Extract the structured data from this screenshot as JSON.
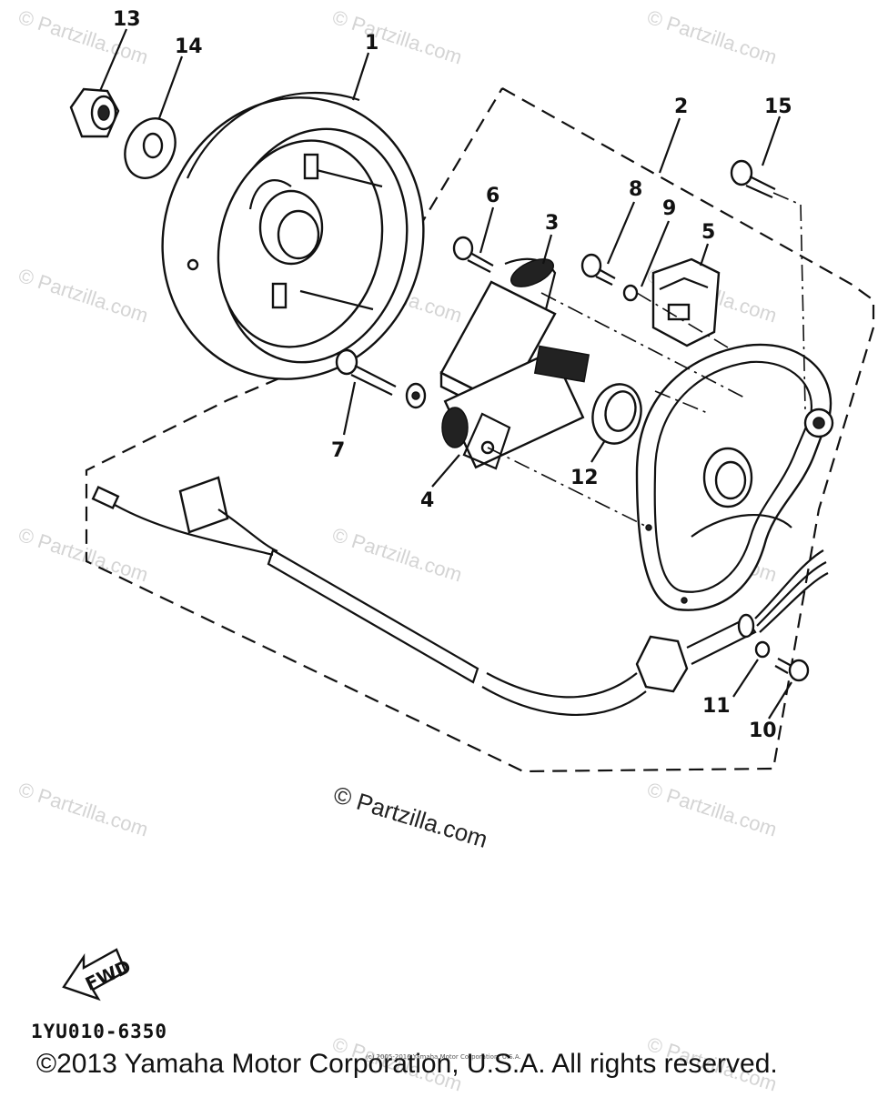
{
  "watermark": "© Partzilla.com",
  "center_watermark": "© Partzilla.com",
  "callouts": {
    "p1": "1",
    "p2": "2",
    "p3": "3",
    "p4": "4",
    "p5": "5",
    "p6": "6",
    "p7": "7",
    "p8": "8",
    "p9": "9",
    "p10": "10",
    "p11": "11",
    "p12": "12",
    "p13": "13",
    "p14": "14",
    "p15": "15"
  },
  "fwd_label": "FWD",
  "diagram_code": "1YU010-6350",
  "copyright": "©2013 Yamaha Motor Corporation, U.S.A. All rights reserved.",
  "small_copyright": "(c) 2005-2016 Yamaha Motor Corporation, U.S.A."
}
